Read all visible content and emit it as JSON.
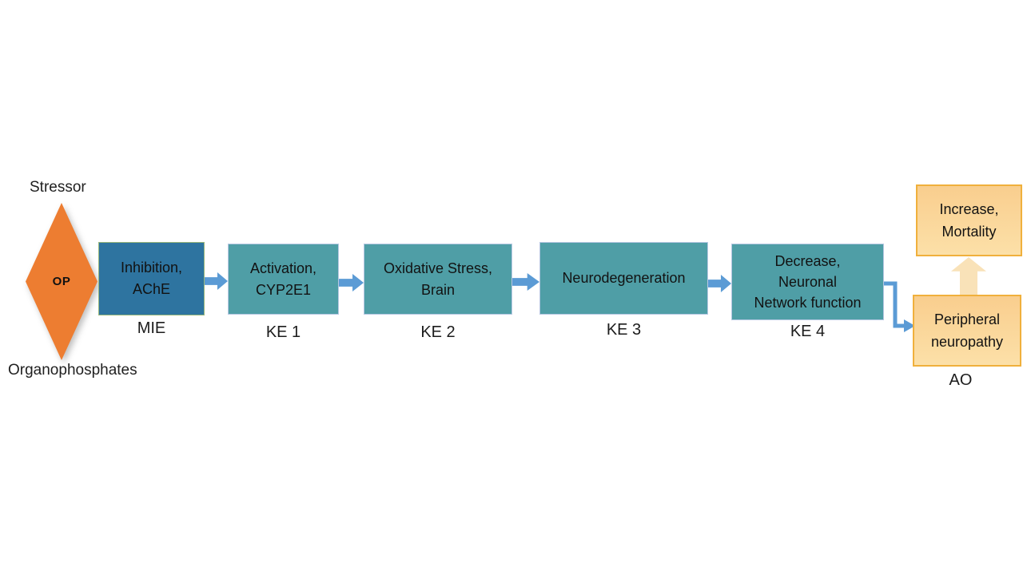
{
  "stressor": {
    "label_top": "Stressor",
    "diamond_label": "OP",
    "label_bottom": "Organophosphates"
  },
  "nodes": [
    {
      "id": "mie",
      "lines": [
        "Inhibition,",
        "AChE"
      ],
      "stage_label": "MIE"
    },
    {
      "id": "ke1",
      "lines": [
        "Activation,",
        "CYP2E1"
      ],
      "stage_label": "KE 1"
    },
    {
      "id": "ke2",
      "lines": [
        "Oxidative Stress,",
        "Brain"
      ],
      "stage_label": "KE 2"
    },
    {
      "id": "ke3",
      "lines": [
        "Neurodegeneration"
      ],
      "stage_label": "KE 3"
    },
    {
      "id": "ke4",
      "lines": [
        "Decrease,",
        "Neuronal",
        "Network function"
      ],
      "stage_label": "KE 4"
    },
    {
      "id": "ao_mortality",
      "lines": [
        "Increase,",
        "Mortality"
      ],
      "stage_label": ""
    },
    {
      "id": "ao_neuropathy",
      "lines": [
        "Peripheral",
        "neuropathy"
      ],
      "stage_label": "AO"
    }
  ],
  "colors": {
    "stressor_fill": "#ED7D31",
    "mie_fill": "#2E74A0",
    "ke_fill": "#4F9EA6",
    "arrow_blue": "#5B9BD5",
    "ao_fill_top": "#F9CE8E",
    "ao_fill_bottom": "#FCE0A8",
    "ao_border": "#F0B03C",
    "ao_arrow_fill": "#F9E2B8"
  }
}
